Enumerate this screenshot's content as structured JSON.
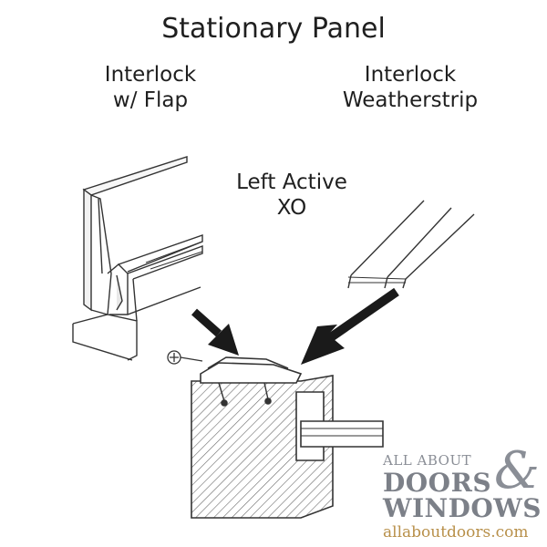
{
  "title": "Stationary Panel",
  "labels": {
    "interlock_flap": [
      "Interlock",
      "w/ Flap"
    ],
    "interlock_weatherstrip": [
      "Interlock",
      "Weatherstrip"
    ],
    "left_active": [
      "Left Active",
      "XO"
    ]
  },
  "logo": {
    "line1": "ALL ABOUT",
    "ampersand": "&",
    "line2": "DOORS",
    "line3": "WINDOWS",
    "url": "allaboutdoors.com"
  },
  "colors": {
    "line": "#333333",
    "arrow": "#1a1a1a",
    "logo_gray": "#7c8088",
    "logo_gold": "#b8904a"
  }
}
